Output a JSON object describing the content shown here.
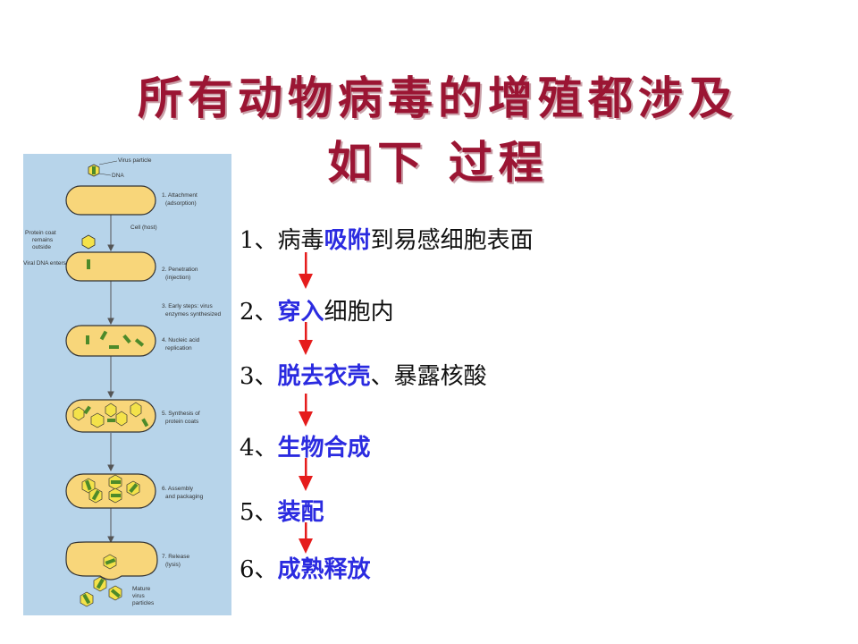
{
  "title": {
    "line1": "所有动物病毒的增殖都涉及",
    "line2": "如下 过程"
  },
  "diagram": {
    "labels": {
      "virus_particle": "Virus particle",
      "dna": "DNA",
      "attachment_1": "1. Attachment",
      "attachment_2": "(adsorption)",
      "cell_host": "Cell (host)",
      "protein_coat_1": "Protein coat",
      "protein_coat_2": "remains",
      "protein_coat_3": "outside",
      "viral_dna_enters": "Viral DNA enters",
      "penetration_1": "2. Penetration",
      "penetration_2": "(injection)",
      "early_1": "3. Early steps: virus",
      "early_2": "enzymes synthesized",
      "nucleic_1": "4. Nucleic acid",
      "nucleic_2": "replication",
      "synthesis_1": "5. Synthesis of",
      "synthesis_2": "protein coats",
      "assembly_1": "6. Assembly",
      "assembly_2": "and packaging",
      "release_1": "7. Release",
      "release_2": "(lysis)",
      "mature_1": "Mature",
      "mature_2": "virus",
      "mature_3": "particles"
    }
  },
  "steps": [
    {
      "num": "1、",
      "pre": "病毒",
      "highlight": "吸附",
      "post": "到易感细胞表面"
    },
    {
      "num": "2、",
      "pre": "",
      "highlight": "穿入",
      "post": "细胞内"
    },
    {
      "num": "3、",
      "pre": "",
      "highlight": "脱去衣壳",
      "post": "、暴露核酸"
    },
    {
      "num": "4、",
      "pre": "",
      "highlight": "生物合成",
      "post": ""
    },
    {
      "num": "5、",
      "pre": "",
      "highlight": "装配",
      "post": ""
    },
    {
      "num": "6、",
      "pre": "",
      "highlight": "成熟释放",
      "post": ""
    }
  ],
  "colors": {
    "title": "#9b1533",
    "highlight": "#2b2be0",
    "arrow": "#e51c1c",
    "panel": "#b7d4ea",
    "cell_fill": "#f8d67a",
    "dna": "#4d8a2a"
  }
}
